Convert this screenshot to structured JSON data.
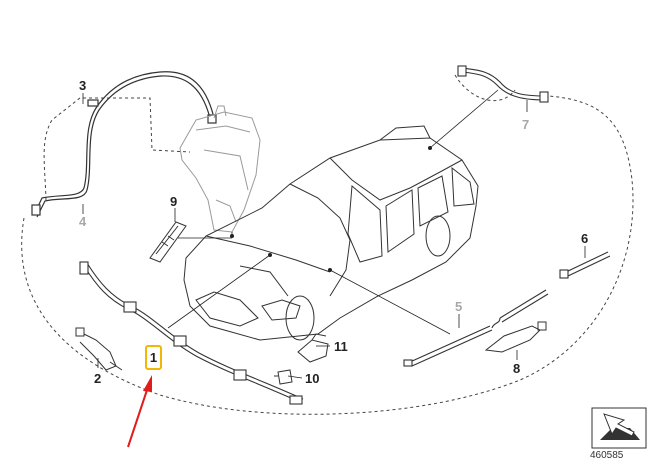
{
  "labels": {
    "p1": "1",
    "p2": "2",
    "p3": "3",
    "p4": "4",
    "p5": "5",
    "p6": "6",
    "p7": "7",
    "p8": "8",
    "p9": "9",
    "p10": "10",
    "p11": "11"
  },
  "catalog_number": "460585",
  "colors": {
    "line": "#222222",
    "grey_label": "#a8a8a8",
    "highlight": "#f2b705",
    "arrow": "#e21b1b"
  },
  "icons": {
    "navigation": "view-direction-icon",
    "pointer": "red-arrow-icon"
  }
}
